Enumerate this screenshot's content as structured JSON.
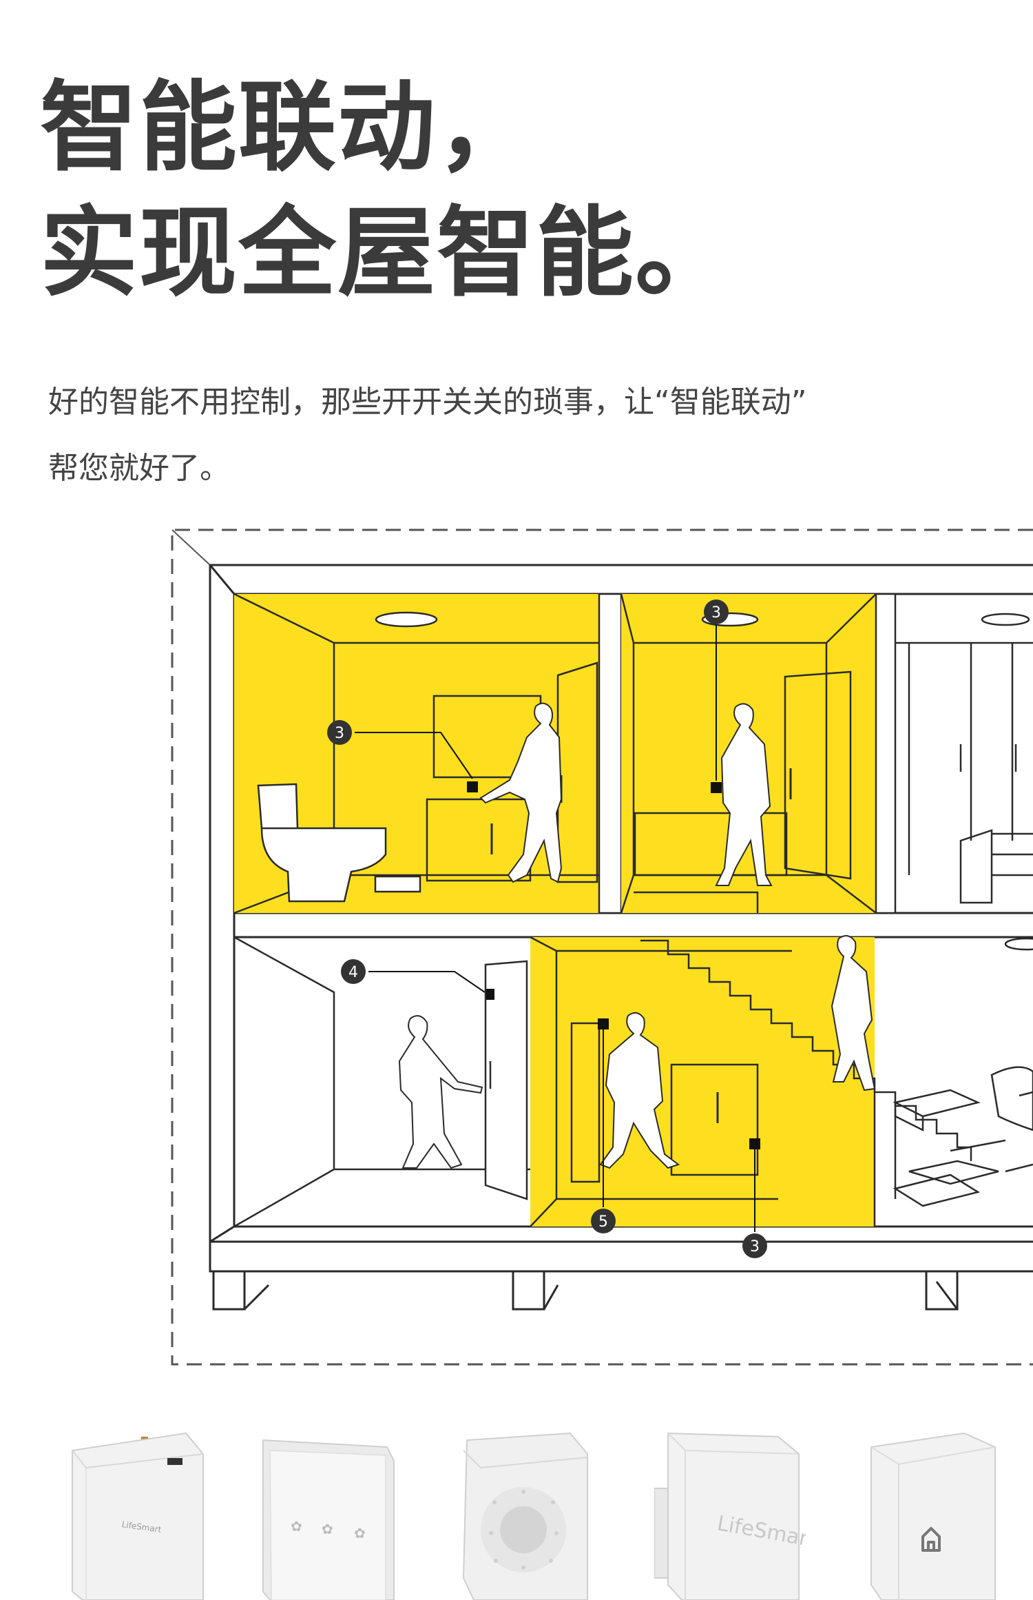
{
  "headline": {
    "line1": "智能联动，",
    "line2": "实现全屋智能。"
  },
  "subtitle": {
    "line1": "好的智能不用控制，那些开开关关的琐事，让“智能联动”",
    "line2": "帮您就好了。"
  },
  "callouts": [
    {
      "id": "callout-bathroom",
      "number": "3"
    },
    {
      "id": "callout-bedroom",
      "number": "3"
    },
    {
      "id": "callout-door",
      "number": "4"
    },
    {
      "id": "callout-stairs-person",
      "number": "5"
    },
    {
      "id": "callout-stairs-cabinet",
      "number": "3"
    }
  ],
  "products": [
    {
      "name": "gateway-hub",
      "label": "LifeSmart"
    },
    {
      "name": "wall-switch",
      "label": ""
    },
    {
      "name": "motion-sensor",
      "label": ""
    },
    {
      "name": "door-sensor",
      "label": "LifeSmart"
    },
    {
      "name": "scene-button",
      "label": ""
    }
  ],
  "colors": {
    "highlight": "#FDDF1F",
    "line": "#2a2a2a",
    "headline": "#3b3b3b"
  }
}
